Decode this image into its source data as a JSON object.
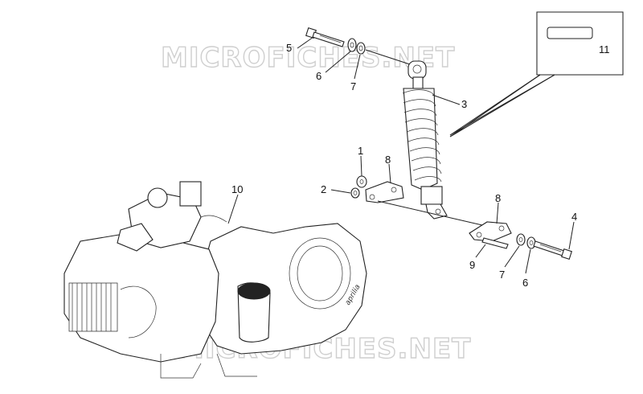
{
  "watermark": {
    "top": "MICROFICHES.NET",
    "bottom": "MICROFICHES.NET"
  },
  "engine_brand": "aprilia",
  "callouts": {
    "c1": "1",
    "c2": "2",
    "c3": "3",
    "c4": "4",
    "c5": "5",
    "c6a": "6",
    "c6b": "6",
    "c7a": "7",
    "c7b": "7",
    "c8a": "8",
    "c8b": "8",
    "c9": "9",
    "c10": "10",
    "c11": "11"
  }
}
